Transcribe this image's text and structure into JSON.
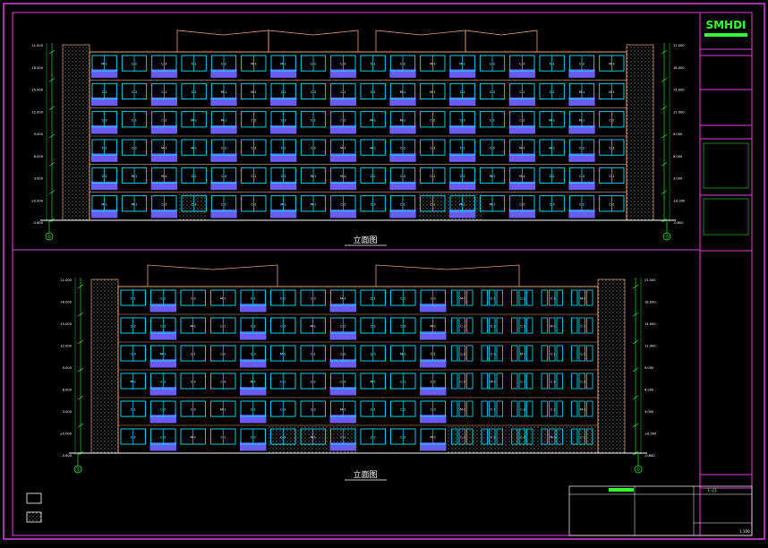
{
  "colors": {
    "background": "#000000",
    "frame": "#e040e0",
    "wall_outline": "#e8a070",
    "window": "#00e5ff",
    "balcony": "#6a5cf0",
    "dim_line": "#33ff33",
    "label": "#ffffff",
    "hatch": "#9a9a9a",
    "logo": "#33ff33"
  },
  "title_block": {
    "logo": "SMHDI",
    "logo_subtitle": "",
    "project_line": "",
    "drawing_no": "1-21",
    "note_1": "",
    "note_2": "",
    "scale": "1:100"
  },
  "elevation_top": {
    "title": "立面图",
    "axis_left": "①",
    "axis_right": "⑬",
    "heights": [
      "21.000",
      "18.000",
      "15.000",
      "12.000",
      "9.000",
      "6.000",
      "3.000",
      "±0.000",
      "-0.600"
    ],
    "window_tags": [
      "M-1",
      "C-2",
      "C-3",
      "C-1",
      "C-2",
      "M-1"
    ]
  },
  "elevation_bottom": {
    "title": "立面图",
    "axis_left": "⑬",
    "axis_right": "①",
    "heights": [
      "21.000",
      "18.000",
      "15.000",
      "12.000",
      "9.000",
      "6.000",
      "3.000",
      "±0.000",
      "-0.600"
    ],
    "window_tags": [
      "C-1",
      "C-2",
      "C-3",
      "M-1"
    ]
  },
  "legend": {
    "items": [
      {
        "label": "",
        "swatch": "white-outline"
      },
      {
        "label": "",
        "swatch": "hatched"
      }
    ]
  }
}
